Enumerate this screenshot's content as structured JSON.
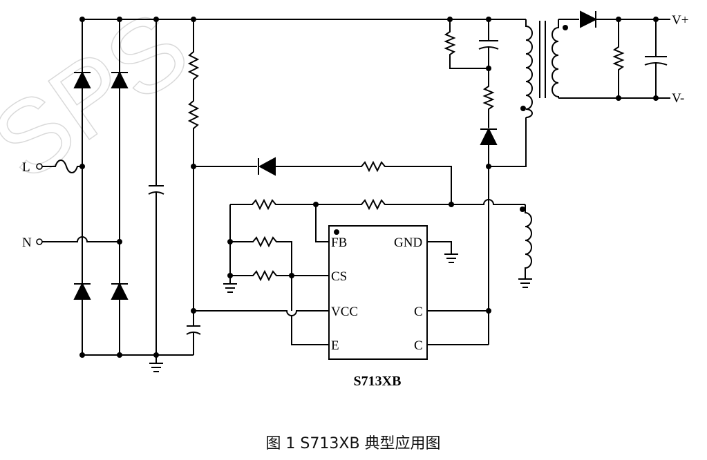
{
  "watermark": "SPS",
  "terminals": {
    "live": "L",
    "neutral": "N",
    "vplus": "V+",
    "vminus": "V-"
  },
  "ic": {
    "part_number": "S713XB",
    "pins": {
      "fb": "FB",
      "cs": "CS",
      "vcc": "VCC",
      "e": "E",
      "gnd": "GND",
      "c1": "C",
      "c2": "C"
    }
  },
  "caption": "图 1 S713XB 典型应用图"
}
